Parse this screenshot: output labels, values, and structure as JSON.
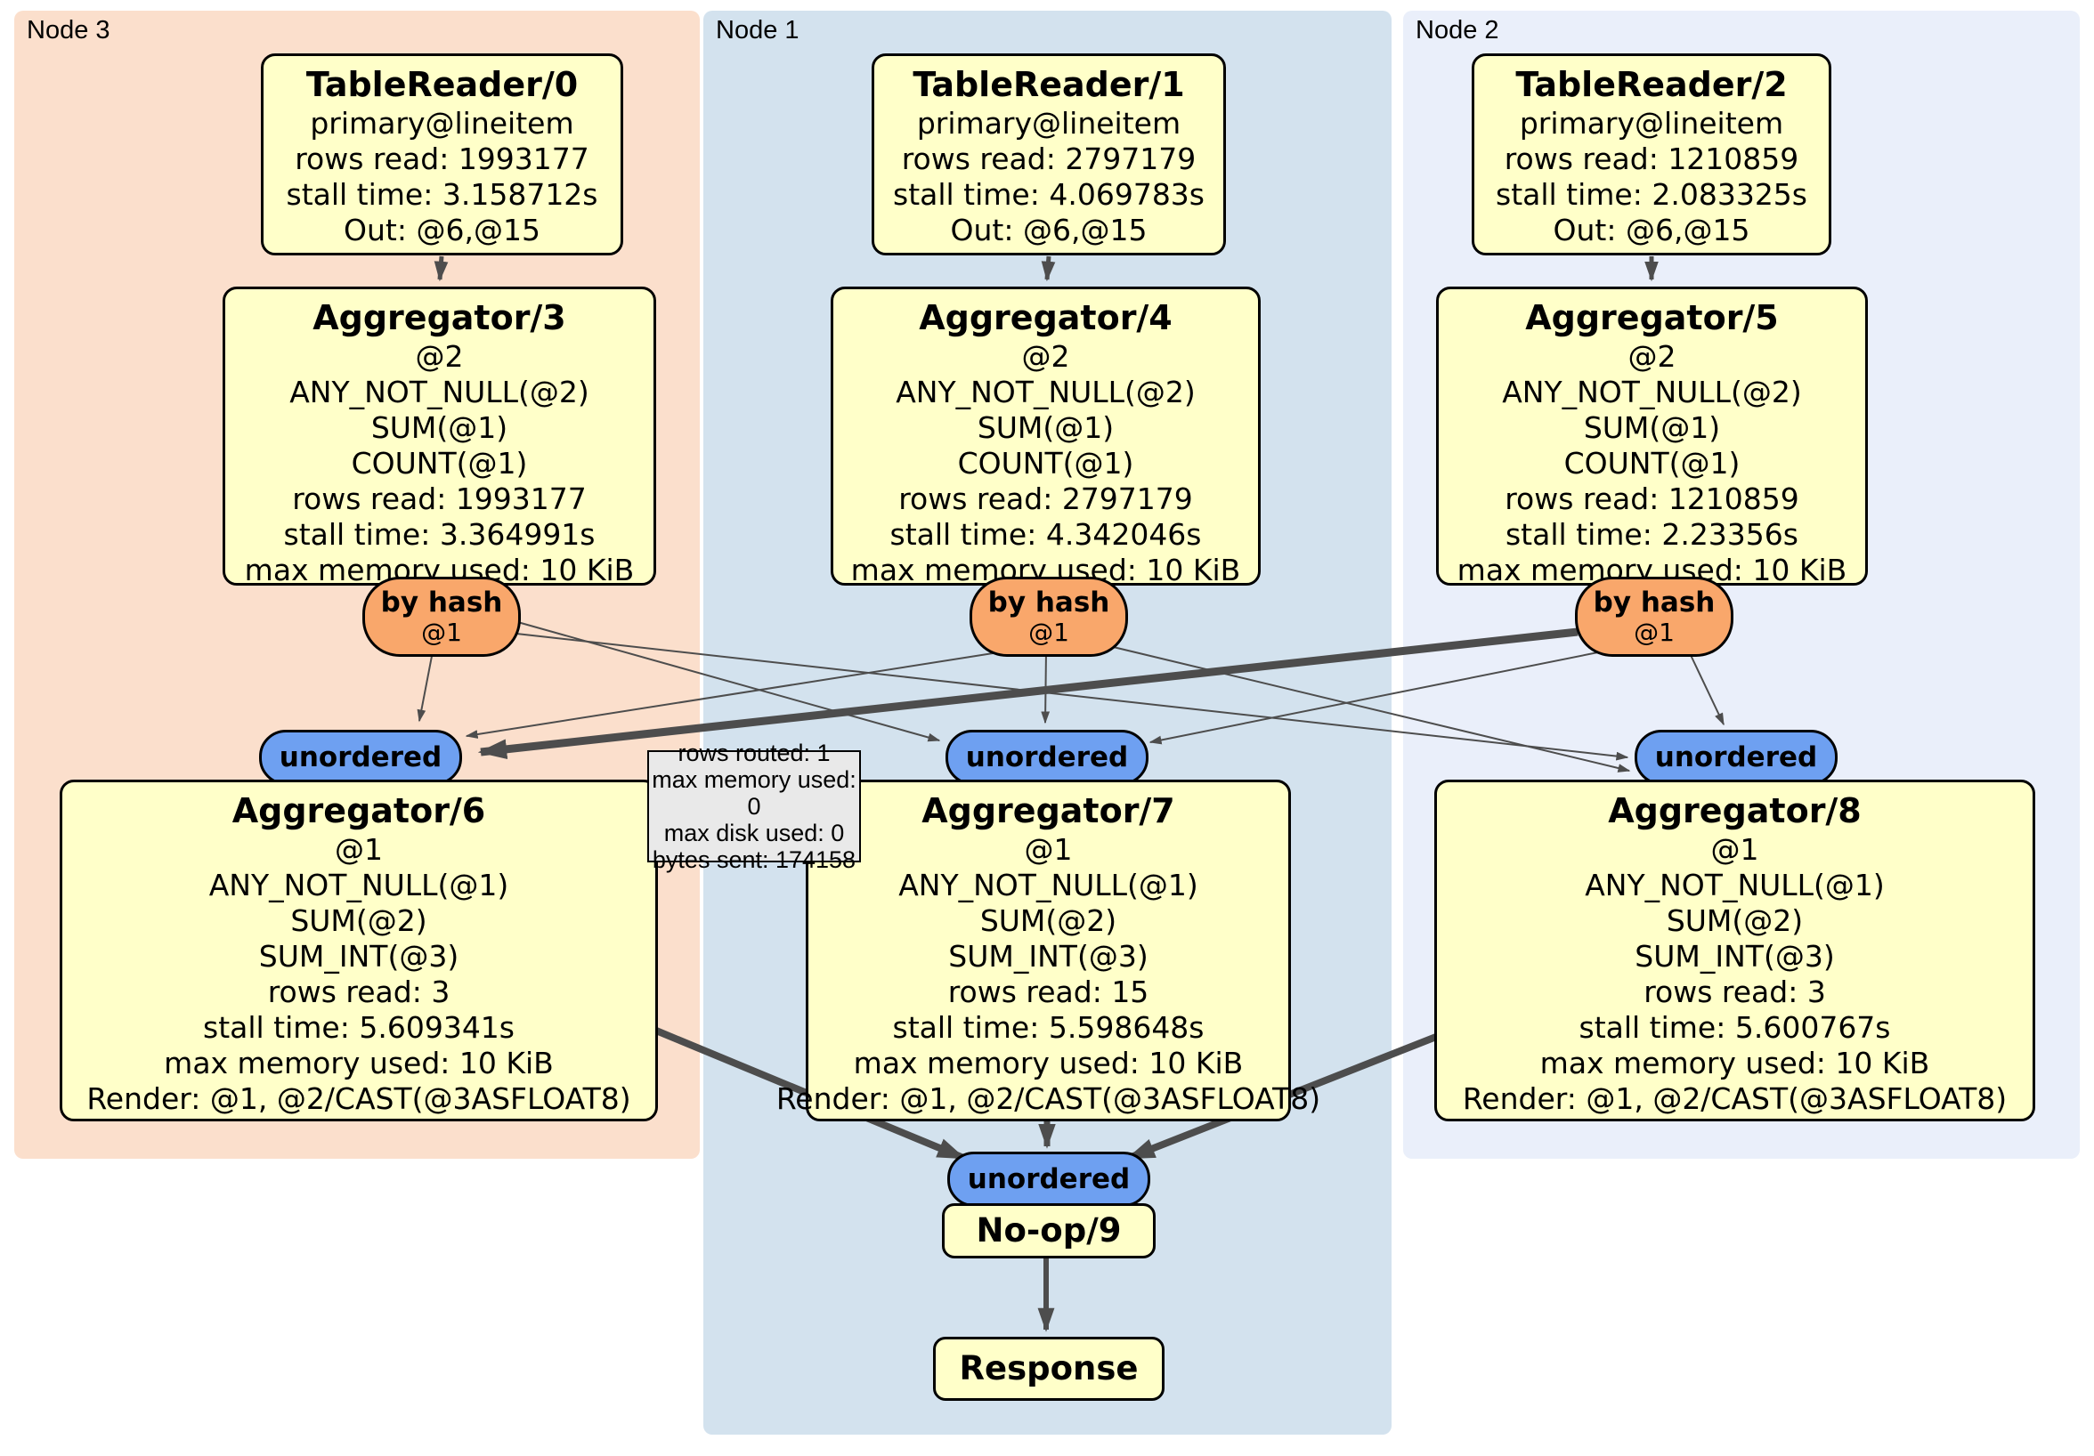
{
  "panels": {
    "node3": {
      "label": "Node 3"
    },
    "node1": {
      "label": "Node 1"
    },
    "node2": {
      "label": "Node 2"
    }
  },
  "colors": {
    "node3_bg": "#fbdfcc",
    "node1_bg": "#d3e2ee",
    "node2_bg": "#eaeffa",
    "processor_bg": "#ffffc9",
    "router_bg": "#f9a76b",
    "stream_bg": "#6ea0f1",
    "tooltip_bg": "#e9e9e9",
    "edge": "#4d4d4d"
  },
  "boxes": {
    "tr0": {
      "title": "TableReader/0",
      "lines": [
        "primary@lineitem",
        "rows read: 1993177",
        "stall time: 3.158712s",
        "Out: @6,@15"
      ]
    },
    "tr1": {
      "title": "TableReader/1",
      "lines": [
        "primary@lineitem",
        "rows read: 2797179",
        "stall time: 4.069783s",
        "Out: @6,@15"
      ]
    },
    "tr2": {
      "title": "TableReader/2",
      "lines": [
        "primary@lineitem",
        "rows read: 1210859",
        "stall time: 2.083325s",
        "Out: @6,@15"
      ]
    },
    "agg3": {
      "title": "Aggregator/3",
      "lines": [
        "@2",
        "ANY_NOT_NULL(@2)",
        "SUM(@1)",
        "COUNT(@1)",
        "rows read: 1993177",
        "stall time: 3.364991s",
        "max memory used: 10 KiB"
      ]
    },
    "agg4": {
      "title": "Aggregator/4",
      "lines": [
        "@2",
        "ANY_NOT_NULL(@2)",
        "SUM(@1)",
        "COUNT(@1)",
        "rows read: 2797179",
        "stall time: 4.342046s",
        "max memory used: 10 KiB"
      ]
    },
    "agg5": {
      "title": "Aggregator/5",
      "lines": [
        "@2",
        "ANY_NOT_NULL(@2)",
        "SUM(@1)",
        "COUNT(@1)",
        "rows read: 1210859",
        "stall time: 2.23356s",
        "max memory used: 10 KiB"
      ]
    },
    "agg6": {
      "title": "Aggregator/6",
      "lines": [
        "@1",
        "ANY_NOT_NULL(@1)",
        "SUM(@2)",
        "SUM_INT(@3)",
        "rows read: 3",
        "stall time: 5.609341s",
        "max memory used: 10 KiB",
        "Render: @1, @2/CAST(@3ASFLOAT8)"
      ]
    },
    "agg7": {
      "title": "Aggregator/7",
      "lines": [
        "@1",
        "ANY_NOT_NULL(@1)",
        "SUM(@2)",
        "SUM_INT(@3)",
        "rows read: 15",
        "stall time: 5.598648s",
        "max memory used: 10 KiB",
        "Render: @1, @2/CAST(@3ASFLOAT8)"
      ]
    },
    "agg8": {
      "title": "Aggregator/8",
      "lines": [
        "@1",
        "ANY_NOT_NULL(@1)",
        "SUM(@2)",
        "SUM_INT(@3)",
        "rows read: 3",
        "stall time: 5.600767s",
        "max memory used: 10 KiB",
        "Render: @1, @2/CAST(@3ASFLOAT8)"
      ]
    },
    "noop": {
      "title": "No-op/9"
    },
    "response": {
      "title": "Response"
    }
  },
  "routers": {
    "label": "by hash",
    "sublabel": "@1"
  },
  "streams": {
    "unordered": "unordered"
  },
  "tooltip": {
    "lines": [
      "rows routed: 1",
      "max memory used: 0",
      "max disk used: 0",
      "bytes sent: 174158"
    ]
  }
}
